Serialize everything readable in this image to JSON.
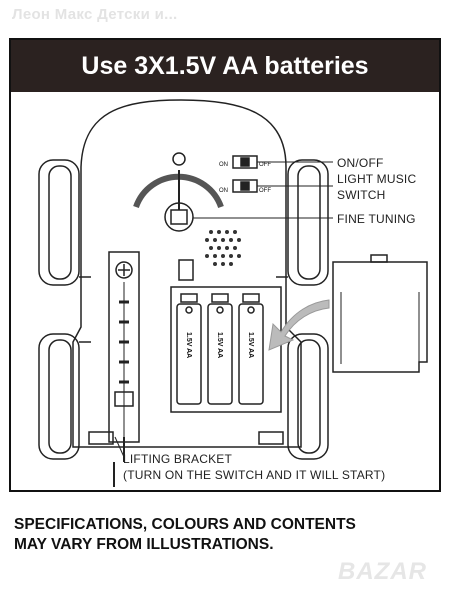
{
  "watermark": {
    "text": "Леон Макс Детски и..."
  },
  "banner": {
    "title": "Use 3X1.5V AA batteries"
  },
  "diagram": {
    "labels": {
      "on_off": "ON/OFF",
      "light_music": "LIGHT MUSIC",
      "switch": "SWITCH",
      "fine_tuning": "FINE TUNING",
      "lifting_bracket": "LIFTING BRACKET",
      "lifting_note": "(TURN ON THE SWITCH AND IT WILL START)"
    },
    "switch_marks": {
      "on1": "ON",
      "off1": "OFF",
      "on2": "ON",
      "off2": "OFF"
    },
    "battery_text": "1.5V AA"
  },
  "footer": {
    "line1": "SPECIFICATIONS, COLOURS AND CONTENTS",
    "line2": "MAY VARY FROM  ILLUSTRATIONS."
  },
  "logo": {
    "text": "BAZAR"
  },
  "colors": {
    "banner": "#2b2220",
    "line": "#222222",
    "watermark": "#e3e3e3"
  }
}
